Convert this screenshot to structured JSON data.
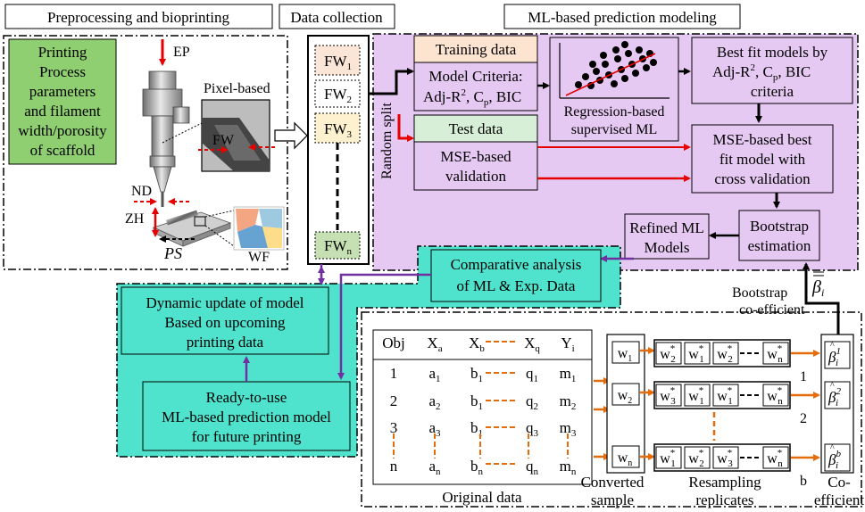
{
  "sections": {
    "preprocessing": "Preprocessing and bioprinting",
    "data_collection": "Data collection",
    "ml_modeling": "ML-based prediction modeling"
  },
  "printing_box": [
    "Printing",
    "Process",
    "parameters",
    "and filament",
    "width/porosity",
    "of scaffold"
  ],
  "printer_labels": {
    "ep": "EP",
    "pixel_based": "Pixel-based",
    "fw": "FW",
    "nd": "ND",
    "zh": "ZH",
    "ps": "PS",
    "wf": "WF"
  },
  "fw_items": [
    {
      "base": "FW",
      "sub": "1"
    },
    {
      "base": "FW",
      "sub": "2"
    },
    {
      "base": "FW",
      "sub": "3"
    },
    {
      "base": "FW",
      "sub": "n"
    }
  ],
  "random_split": "Random split",
  "training_box": {
    "title": "Training data",
    "line1": "Model Criteria:",
    "line2_a": "Adj-R",
    "line2_sup": "2",
    "line2_b": ", C",
    "line2_sub": "p",
    "line2_c": ", BIC"
  },
  "test_box": {
    "title": "Test data",
    "line1": "MSE-based",
    "line2": "validation"
  },
  "regression_box": {
    "line1": "Regression-based",
    "line2": "supervised ML"
  },
  "best_fit_box": {
    "line1": "Best fit models by",
    "line2_a": "Adj-R",
    "line2_sup": "2",
    "line2_b": ", C",
    "line2_sub": "p",
    "line2_c": ", BIC",
    "line3": "criteria"
  },
  "mse_box": [
    "MSE-based best",
    "fit model with",
    "cross validation"
  ],
  "bootstrap_box": [
    "Bootstrap",
    "estimation"
  ],
  "refined_box": [
    "Refined ML",
    "Models"
  ],
  "comparative_box": [
    "Comparative analysis",
    "of ML & Exp. Data"
  ],
  "dynamic_box": [
    "Dynamic update of model",
    "Based on upcoming",
    "printing data"
  ],
  "ready_box": [
    "Ready-to-use",
    "ML-based prediction model",
    "for future printing"
  ],
  "bootstrap_coef": {
    "line1": "Bootstrap",
    "line2": "co-efficient",
    "symbol": "β",
    "sub": "i"
  },
  "table": {
    "headers": [
      {
        "base": "Obj",
        "sub": ""
      },
      {
        "base": "X",
        "sub": "a"
      },
      {
        "base": "X",
        "sub": "b"
      },
      {
        "base": "X",
        "sub": "q"
      },
      {
        "base": "Y",
        "sub": "i"
      }
    ],
    "rows": [
      [
        {
          "base": "1",
          "sub": ""
        },
        {
          "base": "a",
          "sub": "1"
        },
        {
          "base": "b",
          "sub": "1"
        },
        {
          "base": "q",
          "sub": "1"
        },
        {
          "base": "m",
          "sub": "1"
        }
      ],
      [
        {
          "base": "2",
          "sub": ""
        },
        {
          "base": "a",
          "sub": "2"
        },
        {
          "base": "b",
          "sub": "1"
        },
        {
          "base": "q",
          "sub": "2"
        },
        {
          "base": "m",
          "sub": "2"
        }
      ],
      [
        {
          "base": "3",
          "sub": ""
        },
        {
          "base": "a",
          "sub": "3"
        },
        {
          "base": "b",
          "sub": "1"
        },
        {
          "base": "q",
          "sub": "3"
        },
        {
          "base": "m",
          "sub": "3"
        }
      ],
      [
        {
          "base": "n",
          "sub": ""
        },
        {
          "base": "a",
          "sub": "n"
        },
        {
          "base": "b",
          "sub": "n"
        },
        {
          "base": "q",
          "sub": "n"
        },
        {
          "base": "m",
          "sub": "n"
        }
      ]
    ],
    "caption": "Original data"
  },
  "converted": {
    "items": [
      {
        "base": "w",
        "sub": "1"
      },
      {
        "base": "w",
        "sub": "2"
      },
      {
        "base": "w",
        "sub": "n"
      }
    ],
    "caption_1": "Converted",
    "caption_2": "sample"
  },
  "resampling": {
    "rows": [
      {
        "cells": [
          {
            "base": "w",
            "sub": "2"
          },
          {
            "base": "w",
            "sub": "1"
          },
          {
            "base": "w",
            "sub": "2"
          },
          {
            "base": "w",
            "sub": "n"
          }
        ],
        "index": "1"
      },
      {
        "cells": [
          {
            "base": "w",
            "sub": "3"
          },
          {
            "base": "w",
            "sub": "1"
          },
          {
            "base": "w",
            "sub": "1"
          },
          {
            "base": "w",
            "sub": "n"
          }
        ],
        "index": "2"
      },
      {
        "cells": [
          {
            "base": "w",
            "sub": "1"
          },
          {
            "base": "w",
            "sub": "2"
          },
          {
            "base": "w",
            "sub": "3"
          },
          {
            "base": "w",
            "sub": "n"
          }
        ],
        "index": "b"
      }
    ],
    "caption_1": "Resampling",
    "caption_2": "replicates"
  },
  "coefficients": {
    "items": [
      {
        "sub": "i",
        "sup": "1"
      },
      {
        "sub": "i",
        "sup": "2"
      },
      {
        "sub": "i",
        "sup": "b"
      }
    ],
    "caption_1": "Co-",
    "caption_2": "efficient"
  },
  "colors": {
    "purple_bg": "#e6c9f2",
    "teal_bg": "#4fe3cd",
    "green_box": "#8fcf72",
    "training_fill": "#fde4d0",
    "test_fill": "#d7efd6",
    "fw1_fill": "#fbe5d6",
    "fw3_fill": "#fdf1cf",
    "fwn_fill": "#c6e0b4",
    "red": "#e60000",
    "orange": "#e46c0a",
    "purple_arrow": "#7030a0"
  }
}
